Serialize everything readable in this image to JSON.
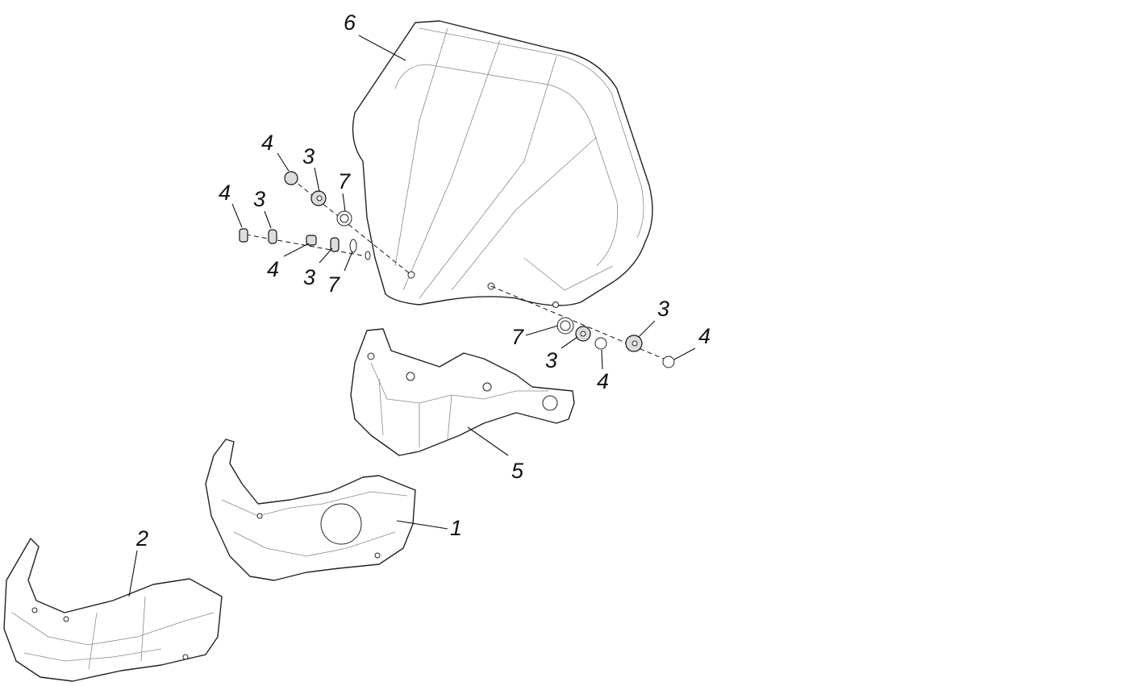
{
  "diagram": {
    "type": "exploded-parts-view",
    "callouts": [
      "6",
      "4",
      "3",
      "7",
      "4",
      "3",
      "4",
      "3",
      "7",
      "3",
      "4",
      "7",
      "3",
      "4",
      "5",
      "1",
      "2"
    ]
  }
}
